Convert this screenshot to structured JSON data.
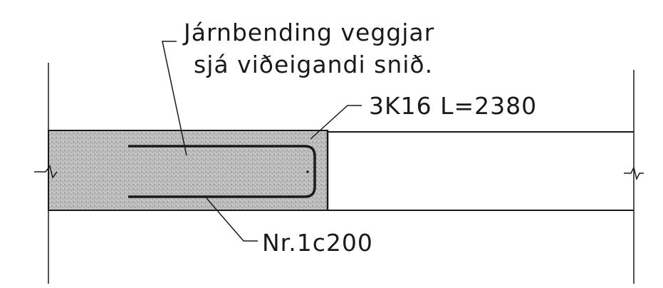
{
  "annotations": {
    "wall_reinforcement_line1": "Járnbending veggjar",
    "wall_reinforcement_line2": "sjá viðeigandi snið.",
    "bar_spec": "3K16 L=2380",
    "stirrup_spec": "Nr.1c200"
  },
  "colors": {
    "line": "#1a1a1a",
    "concrete_fill": "#bdbdbd"
  }
}
